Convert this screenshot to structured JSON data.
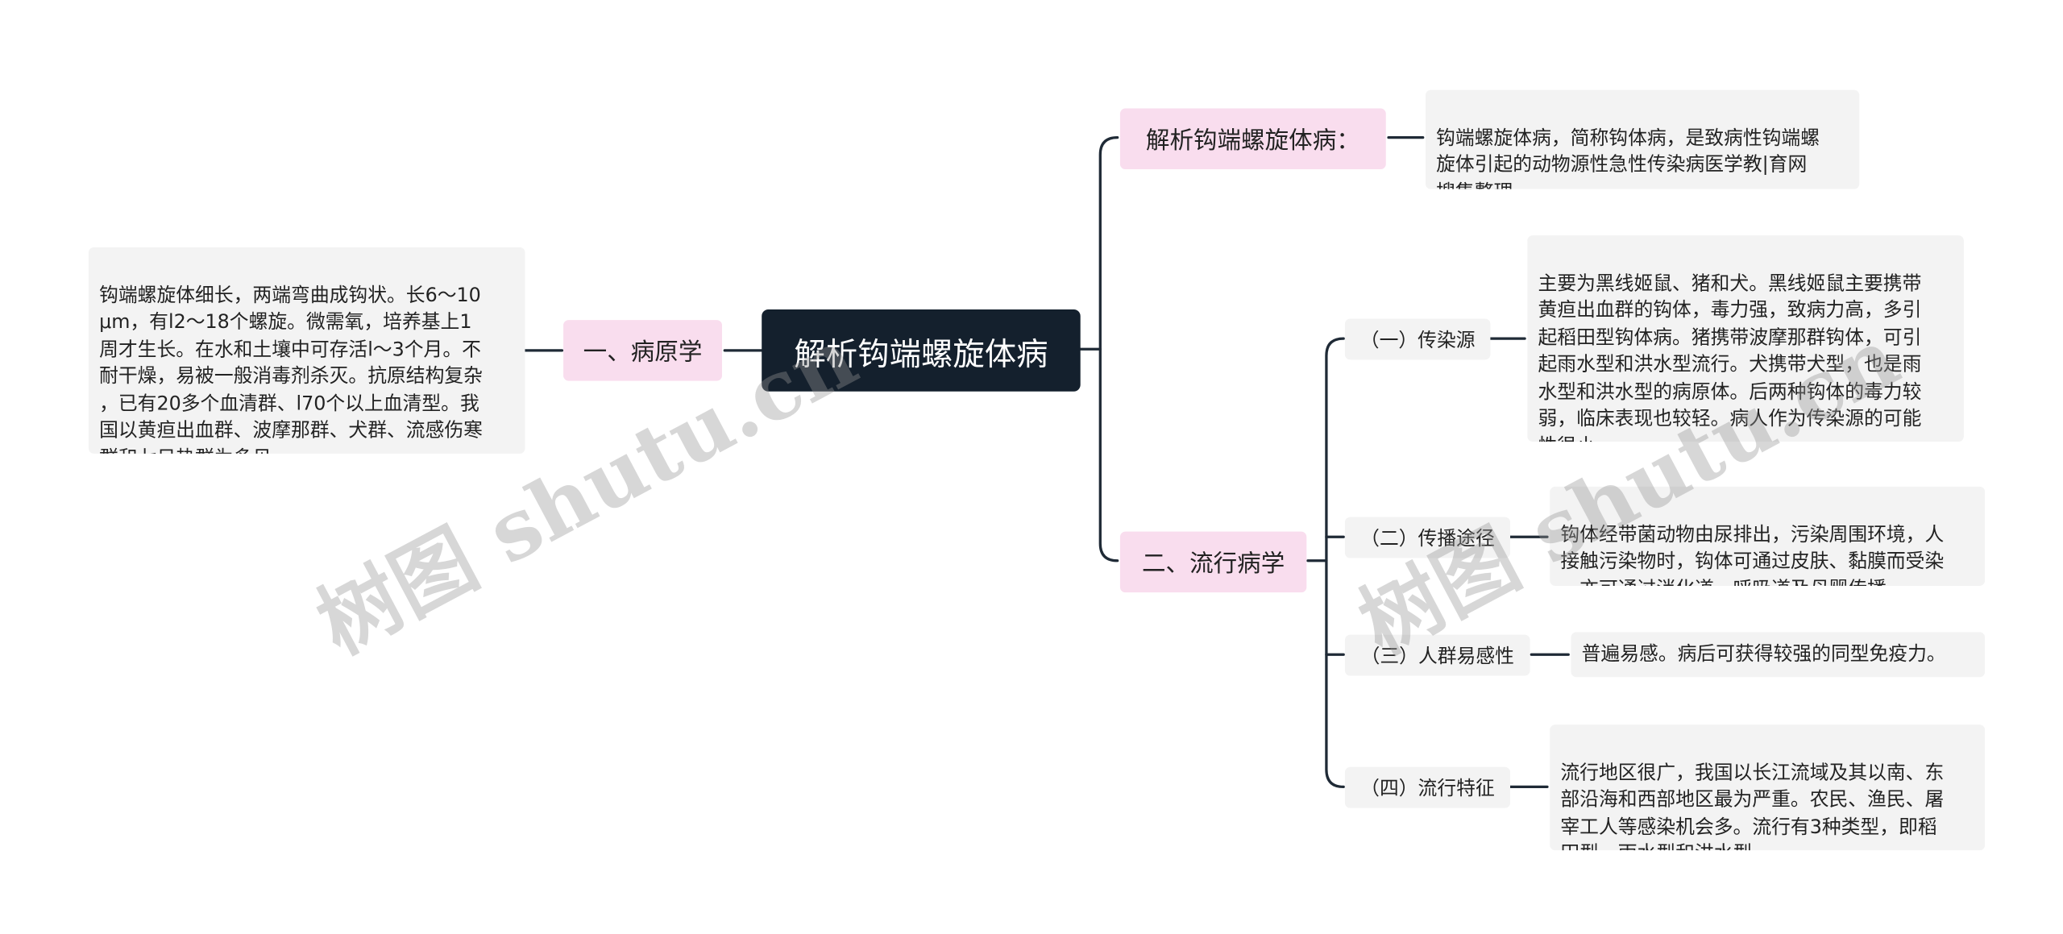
{
  "root": {
    "label": "解析钩端螺旋体病"
  },
  "branches": {
    "intro": {
      "label": "解析钩端螺旋体病：",
      "leaf": "钩端螺旋体病，简称钩体病，是致病性钩端螺\n旋体引起的动物源性急性传染病医学教|育网\n搜集整理。"
    },
    "etiology": {
      "label": "一、病原学",
      "leaf": "钩端螺旋体细长，两端弯曲成钩状。长6～10\nμm，有l2～18个螺旋。微需氧，培养基上1\n周才生长。在水和土壤中可存活l～3个月。不\n耐干燥，易被一般消毒剂杀灭。抗原结构复杂\n，已有20多个血清群、l70个以上血清型。我\n国以黄疸出血群、波摩那群、犬群、流感伤寒\n群和七日热群为多见。"
    },
    "epidemiology": {
      "label": "二、流行病学",
      "children": [
        {
          "label": "（一）传染源",
          "leaf": "主要为黑线姬鼠、猪和犬。黑线姬鼠主要携带\n黄疸出血群的钩体，毒力强，致病力高，多引\n起稻田型钩体病。猪携带波摩那群钩体，可引\n起雨水型和洪水型流行。犬携带犬型，也是雨\n水型和洪水型的病原体。后两种钩体的毒力较\n弱，临床表现也较轻。病人作为传染源的可能\n性很小。"
        },
        {
          "label": "（二）传播途径",
          "leaf": "钩体经带菌动物由尿排出，污染周围环境，人\n接触污染物时，钩体可通过皮肤、黏膜而受染\n。亦可通过消化道、呼吸道及母婴传播。"
        },
        {
          "label": "（三）人群易感性",
          "leaf": "普遍易感。病后可获得较强的同型免疫力。"
        },
        {
          "label": "（四）流行特征",
          "leaf": "流行地区很广，我国以长江流域及其以南、东\n部沿海和西部地区最为严重。农民、渔民、屠\n宰工人等感染机会多。流行有3种类型，即稻\n田型、雨水型和洪水型。"
        }
      ]
    }
  },
  "watermarks": [
    "树图 shutu.cn",
    "树图 shutu.cn"
  ],
  "colors": {
    "root_bg": "#14202d",
    "branch_bg": "#f9ddee",
    "leaf_bg": "#f3f3f3",
    "line": "#1f2a36"
  }
}
